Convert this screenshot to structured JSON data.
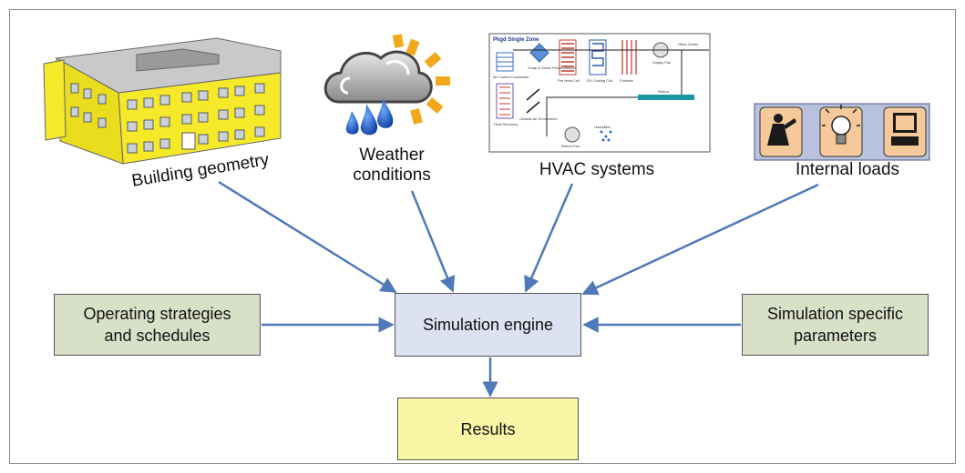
{
  "diagram": {
    "inputs_top": {
      "building": "Building geometry",
      "weather": "Weather\nconditions",
      "hvac": "HVAC systems",
      "loads": "Internal loads"
    },
    "boxes": {
      "operating": "Operating strategies\nand schedules",
      "engine": "Simulation engine",
      "params": "Simulation specific\nparameters",
      "results": "Results"
    },
    "hvac_schematic": {
      "title": "Pkgd Single Zone",
      "components": [
        "Air Cooled Condenser",
        "Evap or Desic Preconditioner",
        "Pre Heat Coil",
        "DX Cooling Coil",
        "Furnace",
        "Supply Fan",
        "Other Zones",
        "Heat Recovery",
        "Outside Air Economizer",
        "Humidifier",
        "Return Fan",
        "Return"
      ]
    },
    "colors": {
      "arrow": "#4f79b8",
      "engine_fill": "#dde2f2",
      "side_fill": "#d9e0c8",
      "results_fill": "#faf6a6",
      "building_wall": "#f5e92a"
    }
  }
}
